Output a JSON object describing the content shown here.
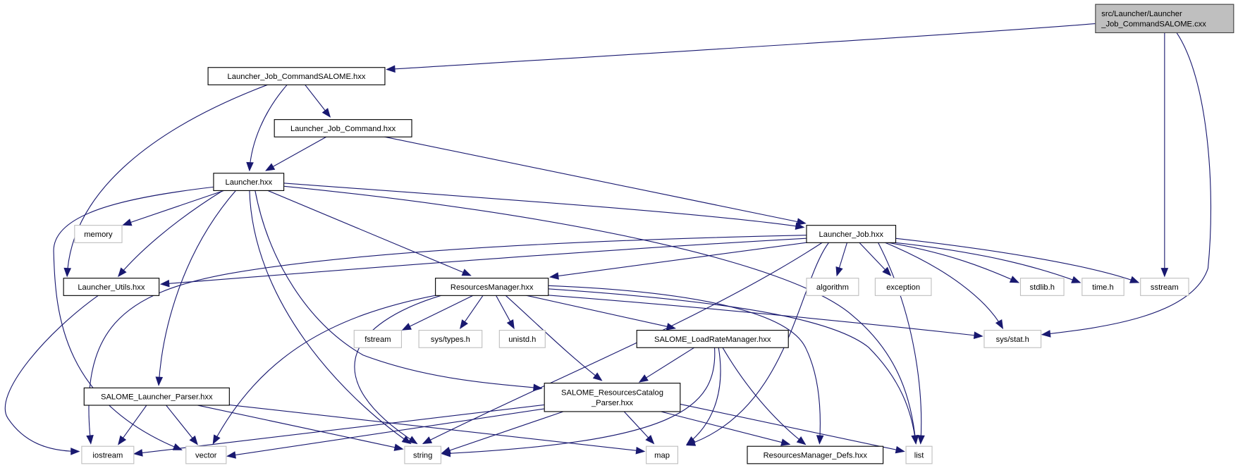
{
  "title": "Include dependency graph for Launcher_Job_CommandSALOME.cxx",
  "colors": {
    "edge": "#191970",
    "root_fill": "#bfbfbf",
    "root_border": "#404040",
    "local_border": "#000000",
    "system_border": "#bfbfbf"
  },
  "nodes": [
    {
      "id": "root",
      "kind": "root",
      "lines": [
        "src/Launcher/Launcher",
        "_Job_CommandSALOME.cxx"
      ]
    },
    {
      "id": "ljcs_hxx",
      "kind": "local",
      "lines": [
        "Launcher_Job_CommandSALOME.hxx"
      ]
    },
    {
      "id": "ljc_hxx",
      "kind": "local",
      "lines": [
        "Launcher_Job_Command.hxx"
      ]
    },
    {
      "id": "launcher_hxx",
      "kind": "local",
      "lines": [
        "Launcher.hxx"
      ]
    },
    {
      "id": "memory",
      "kind": "system",
      "lines": [
        "memory"
      ]
    },
    {
      "id": "launcher_job_hxx",
      "kind": "local",
      "lines": [
        "Launcher_Job.hxx"
      ]
    },
    {
      "id": "launcher_utils_hxx",
      "kind": "local",
      "lines": [
        "Launcher_Utils.hxx"
      ]
    },
    {
      "id": "resources_manager_hxx",
      "kind": "local",
      "lines": [
        "ResourcesManager.hxx"
      ]
    },
    {
      "id": "algorithm",
      "kind": "system",
      "lines": [
        "algorithm"
      ]
    },
    {
      "id": "exception",
      "kind": "system",
      "lines": [
        "exception"
      ]
    },
    {
      "id": "stdlib_h",
      "kind": "system",
      "lines": [
        "stdlib.h"
      ]
    },
    {
      "id": "time_h",
      "kind": "system",
      "lines": [
        "time.h"
      ]
    },
    {
      "id": "sstream",
      "kind": "system",
      "lines": [
        "sstream"
      ]
    },
    {
      "id": "fstream",
      "kind": "system",
      "lines": [
        "fstream"
      ]
    },
    {
      "id": "sys_types_h",
      "kind": "system",
      "lines": [
        "sys/types.h"
      ]
    },
    {
      "id": "unistd_h",
      "kind": "system",
      "lines": [
        "unistd.h"
      ]
    },
    {
      "id": "load_rate_manager_hxx",
      "kind": "local",
      "lines": [
        "SALOME_LoadRateManager.hxx"
      ]
    },
    {
      "id": "sys_stat_h",
      "kind": "system",
      "lines": [
        "sys/stat.h"
      ]
    },
    {
      "id": "launcher_parser_hxx",
      "kind": "local",
      "lines": [
        "SALOME_Launcher_Parser.hxx"
      ]
    },
    {
      "id": "catalog_parser_hxx",
      "kind": "local",
      "lines": [
        "SALOME_ResourcesCatalog",
        "_Parser.hxx"
      ]
    },
    {
      "id": "iostream",
      "kind": "system",
      "lines": [
        "iostream"
      ]
    },
    {
      "id": "vector",
      "kind": "system",
      "lines": [
        "vector"
      ]
    },
    {
      "id": "string",
      "kind": "system",
      "lines": [
        "string"
      ]
    },
    {
      "id": "map",
      "kind": "system",
      "lines": [
        "map"
      ]
    },
    {
      "id": "resources_manager_defs_hxx",
      "kind": "local",
      "lines": [
        "ResourcesManager_Defs.hxx"
      ]
    },
    {
      "id": "list",
      "kind": "system",
      "lines": [
        "list"
      ]
    }
  ],
  "edges": [
    {
      "from": "root",
      "to": "ljcs_hxx"
    },
    {
      "from": "root",
      "to": "sstream"
    },
    {
      "from": "root",
      "to": "sys_stat_h"
    },
    {
      "from": "ljcs_hxx",
      "to": "ljc_hxx"
    },
    {
      "from": "ljcs_hxx",
      "to": "launcher_hxx"
    },
    {
      "from": "ljcs_hxx",
      "to": "launcher_utils_hxx"
    },
    {
      "from": "ljc_hxx",
      "to": "launcher_hxx"
    },
    {
      "from": "ljc_hxx",
      "to": "launcher_job_hxx"
    },
    {
      "from": "launcher_hxx",
      "to": "memory"
    },
    {
      "from": "launcher_hxx",
      "to": "launcher_job_hxx"
    },
    {
      "from": "launcher_hxx",
      "to": "launcher_utils_hxx"
    },
    {
      "from": "launcher_hxx",
      "to": "resources_manager_hxx"
    },
    {
      "from": "launcher_hxx",
      "to": "launcher_parser_hxx"
    },
    {
      "from": "launcher_hxx",
      "to": "catalog_parser_hxx"
    },
    {
      "from": "launcher_hxx",
      "to": "string"
    },
    {
      "from": "launcher_hxx",
      "to": "vector"
    },
    {
      "from": "launcher_hxx",
      "to": "list"
    },
    {
      "from": "launcher_job_hxx",
      "to": "launcher_utils_hxx"
    },
    {
      "from": "launcher_job_hxx",
      "to": "resources_manager_hxx"
    },
    {
      "from": "launcher_job_hxx",
      "to": "algorithm"
    },
    {
      "from": "launcher_job_hxx",
      "to": "exception"
    },
    {
      "from": "launcher_job_hxx",
      "to": "stdlib_h"
    },
    {
      "from": "launcher_job_hxx",
      "to": "time_h"
    },
    {
      "from": "launcher_job_hxx",
      "to": "sstream"
    },
    {
      "from": "launcher_job_hxx",
      "to": "sys_stat_h"
    },
    {
      "from": "launcher_job_hxx",
      "to": "list"
    },
    {
      "from": "launcher_job_hxx",
      "to": "map"
    },
    {
      "from": "launcher_job_hxx",
      "to": "string"
    },
    {
      "from": "launcher_job_hxx",
      "to": "iostream"
    },
    {
      "from": "launcher_utils_hxx",
      "to": "iostream"
    },
    {
      "from": "resources_manager_hxx",
      "to": "fstream"
    },
    {
      "from": "resources_manager_hxx",
      "to": "sys_types_h"
    },
    {
      "from": "resources_manager_hxx",
      "to": "unistd_h"
    },
    {
      "from": "resources_manager_hxx",
      "to": "load_rate_manager_hxx"
    },
    {
      "from": "resources_manager_hxx",
      "to": "catalog_parser_hxx"
    },
    {
      "from": "resources_manager_hxx",
      "to": "sys_stat_h"
    },
    {
      "from": "resources_manager_hxx",
      "to": "string"
    },
    {
      "from": "resources_manager_hxx",
      "to": "vector"
    },
    {
      "from": "resources_manager_hxx",
      "to": "list"
    },
    {
      "from": "resources_manager_hxx",
      "to": "resources_manager_defs_hxx"
    },
    {
      "from": "load_rate_manager_hxx",
      "to": "catalog_parser_hxx"
    },
    {
      "from": "load_rate_manager_hxx",
      "to": "string"
    },
    {
      "from": "load_rate_manager_hxx",
      "to": "map"
    },
    {
      "from": "load_rate_manager_hxx",
      "to": "resources_manager_defs_hxx"
    },
    {
      "from": "launcher_parser_hxx",
      "to": "iostream"
    },
    {
      "from": "launcher_parser_hxx",
      "to": "vector"
    },
    {
      "from": "launcher_parser_hxx",
      "to": "string"
    },
    {
      "from": "launcher_parser_hxx",
      "to": "map"
    },
    {
      "from": "catalog_parser_hxx",
      "to": "iostream"
    },
    {
      "from": "catalog_parser_hxx",
      "to": "vector"
    },
    {
      "from": "catalog_parser_hxx",
      "to": "string"
    },
    {
      "from": "catalog_parser_hxx",
      "to": "map"
    },
    {
      "from": "catalog_parser_hxx",
      "to": "resources_manager_defs_hxx"
    },
    {
      "from": "catalog_parser_hxx",
      "to": "list"
    }
  ]
}
